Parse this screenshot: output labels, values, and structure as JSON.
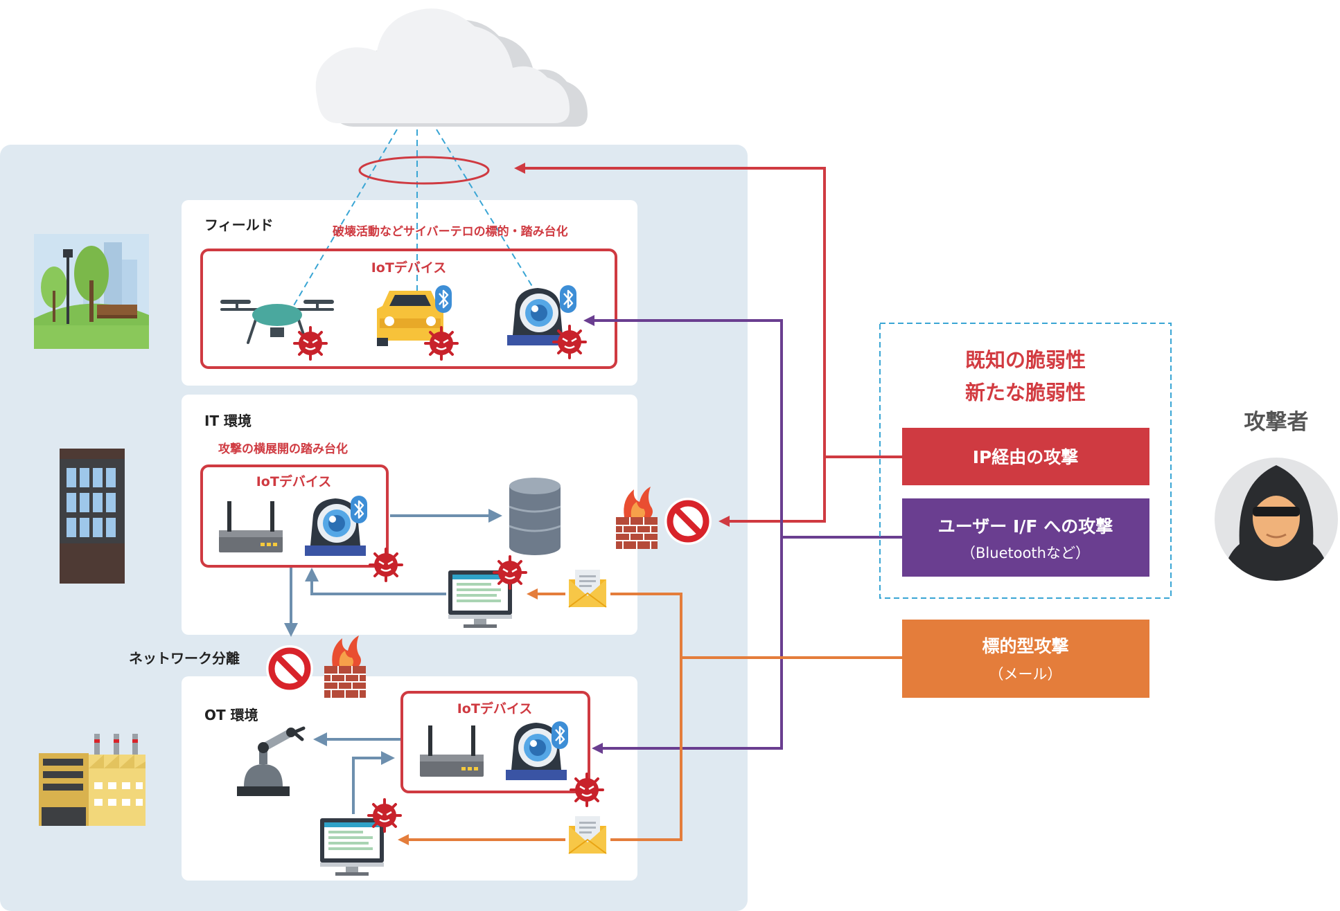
{
  "labels": {
    "field": "フィールド",
    "field_risk": "破壊活動などサイバーテロの標的・踏み台化",
    "it_env": "IT 環境",
    "it_risk": "攻撃の横展開の踏み台化",
    "ot_env": "OT 環境",
    "network_separation": "ネットワーク分離",
    "iot_device": "IoTデバイス"
  },
  "vulnerabilities": {
    "known": "既知の脆弱性",
    "new": "新たな脆弱性"
  },
  "attacks": {
    "ip": "IP経由の攻撃",
    "ui": "ユーザー I/F への攻撃",
    "ui_sub": "（Bluetoothなど）",
    "targeted": "標的型攻撃",
    "targeted_sub": "（メール）"
  },
  "attacker": "攻撃者",
  "colors": {
    "ip_attack": "#cf3a41",
    "ui_attack": "#6a3e90",
    "targeted_attack": "#e47d3b",
    "internal_flow": "#6d8fae",
    "panel_bg": "#dfe9f1",
    "cloud_link": "#39a5d4"
  },
  "icons": [
    "cloud-icon",
    "park-icon",
    "office-building-icon",
    "factory-icon",
    "drone-icon",
    "car-icon",
    "camera-icon",
    "bluetooth-icon",
    "virus-icon",
    "router-icon",
    "database-icon",
    "computer-icon",
    "mail-icon",
    "firewall-icon",
    "block-icon",
    "robot-arm-icon",
    "hacker-icon"
  ]
}
